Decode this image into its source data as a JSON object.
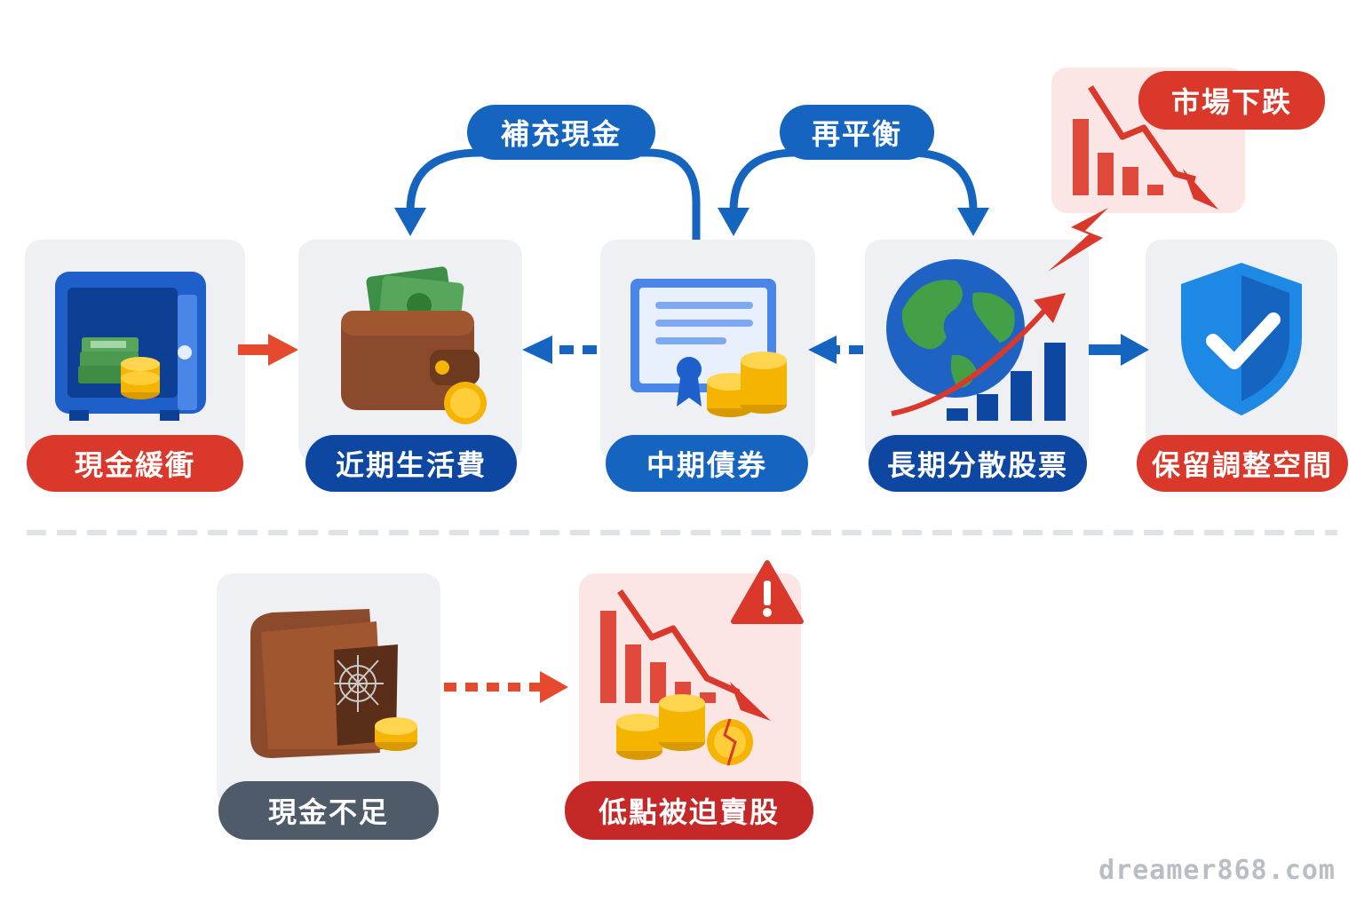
{
  "flow": {
    "cash_buffer": "現金緩衝",
    "living_expenses": "近期生活費",
    "mid_bonds": "中期債券",
    "long_stocks": "長期分散股票",
    "keep_room": "保留調整空間"
  },
  "arrows": {
    "replenish_cash": "補充現金",
    "rebalance": "再平衡"
  },
  "alert": {
    "market_drop": "市場下跌"
  },
  "bad_path": {
    "insufficient_cash": "現金不足",
    "forced_sell": "低點被迫賣股"
  },
  "watermark": "dreamer868.com",
  "colors": {
    "red": "#d9382a",
    "navy": "#0d47a1",
    "blue": "#1565c0",
    "gray": "#4f5b69",
    "gold": "#f5b400",
    "green": "#43a047"
  }
}
